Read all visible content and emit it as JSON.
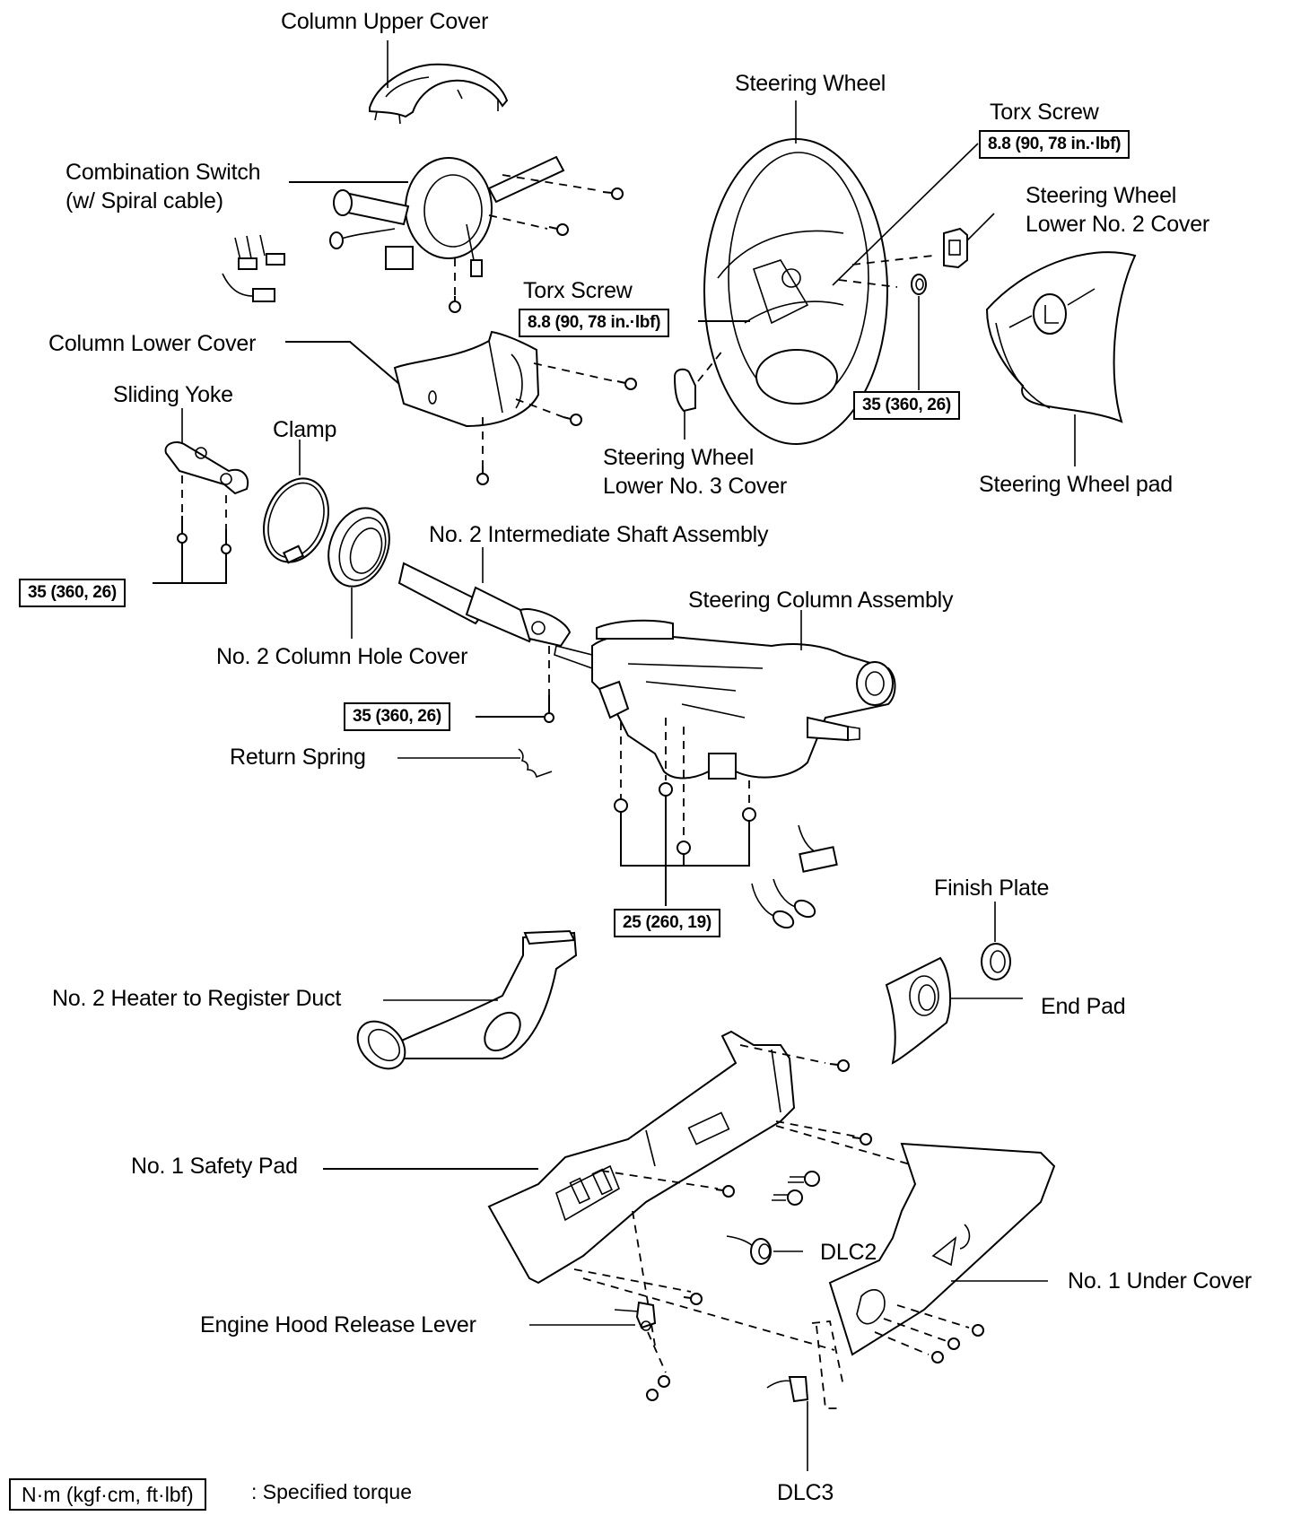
{
  "diagram": {
    "type": "exploded-parts-diagram",
    "colors": {
      "line": "#000000",
      "background": "#ffffff"
    },
    "parts": {
      "column_upper_cover": "Column Upper Cover",
      "steering_wheel": "Steering Wheel",
      "torx_screw_upper": "Torx Screw",
      "combination_switch_line1": "Combination Switch",
      "combination_switch_line2": "(w/ Spiral cable)",
      "steering_wheel_lower_no2_cover_line1": "Steering Wheel",
      "steering_wheel_lower_no2_cover_line2": "Lower No. 2 Cover",
      "torx_screw_lower": "Torx Screw",
      "column_lower_cover": "Column Lower Cover",
      "sliding_yoke": "Sliding Yoke",
      "clamp": "Clamp",
      "steering_wheel_lower_no3_cover_line1": "Steering Wheel",
      "steering_wheel_lower_no3_cover_line2": "Lower No. 3 Cover",
      "steering_wheel_pad": "Steering Wheel pad",
      "no2_intermediate_shaft_assembly": "No. 2 Intermediate Shaft Assembly",
      "steering_column_assembly": "Steering Column Assembly",
      "no2_column_hole_cover": "No. 2 Column Hole Cover",
      "return_spring": "Return Spring",
      "finish_plate": "Finish Plate",
      "no2_heater_to_register_duct": "No. 2 Heater to Register Duct",
      "end_pad": "End Pad",
      "no1_safety_pad": "No. 1 Safety Pad",
      "dlc2": "DLC2",
      "no1_under_cover": "No. 1 Under Cover",
      "engine_hood_release_lever": "Engine Hood Release Lever",
      "dlc3": "DLC3"
    },
    "torques": {
      "torx_upper": "8.8 (90, 78 in.·lbf)",
      "torx_lower": "8.8 (90, 78 in.·lbf)",
      "wheel_nut": "35 (360, 26)",
      "sliding_yoke_bolts": "35 (360, 26)",
      "intermediate_shaft_bolt": "35 (360, 26)",
      "column_nuts": "25 (260, 19)"
    },
    "legend": {
      "unit_box": "N·m (kgf·cm, ft·lbf)",
      "description": ": Specified torque"
    }
  }
}
